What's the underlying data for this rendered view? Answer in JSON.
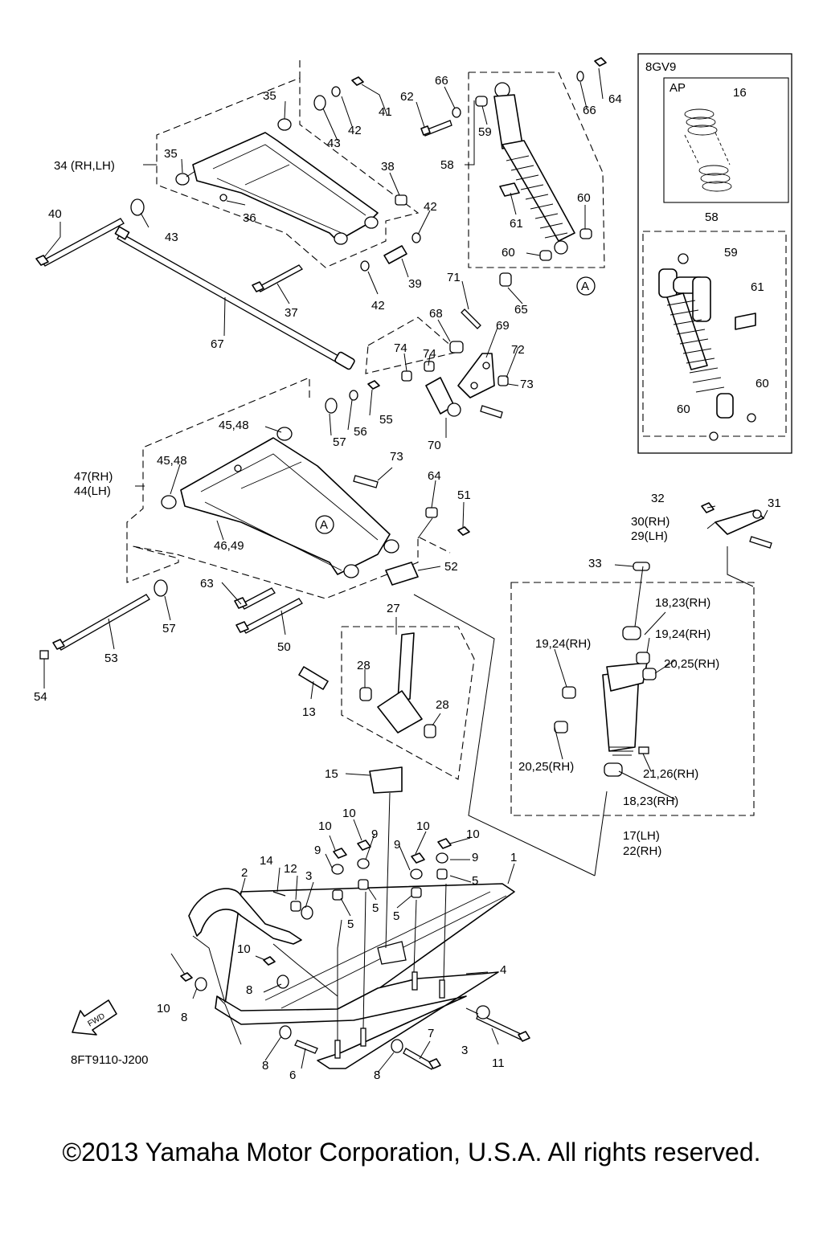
{
  "diagram": {
    "box_title": "8GV9",
    "box_sub": "AP",
    "drawing_code": "8FT9110-J200",
    "fwd_label": "FWD",
    "marker_a": "A",
    "labels": {
      "l1": "1",
      "l2": "2",
      "l3a": "3",
      "l3b": "3",
      "l4": "4",
      "l5a": "5",
      "l5b": "5",
      "l5c": "5",
      "l5d": "5",
      "l6": "6",
      "l7": "7",
      "l8a": "8",
      "l8b": "8",
      "l8c": "8",
      "l8d": "8",
      "l9a": "9",
      "l9b": "9",
      "l9c": "9",
      "l9d": "9",
      "l10a": "10",
      "l10b": "10",
      "l10c": "10",
      "l10d": "10",
      "l10e": "10",
      "l10f": "10",
      "l11": "11",
      "l12": "12",
      "l13": "13",
      "l14": "14",
      "l15": "15",
      "l16": "16",
      "l17": "17(LH)",
      "l22": "22(RH)",
      "l18a": "18,23(RH)",
      "l18b": "18,23(RH)",
      "l19a": "19,24(RH)",
      "l19b": "19,24(RH)",
      "l20a": "20,25(RH)",
      "l20b": "20,25(RH)",
      "l21": "21,26(RH)",
      "l27": "27",
      "l28a": "28",
      "l28b": "28",
      "l30": "30(RH)",
      "l29": "29(LH)",
      "l31": "31",
      "l32": "32",
      "l33": "33",
      "l34": "34 (RH,LH)",
      "l35a": "35",
      "l35b": "35",
      "l36": "36",
      "l37": "37",
      "l38": "38",
      "l39": "39",
      "l40": "40",
      "l41": "41",
      "l42a": "42",
      "l42b": "42",
      "l42c": "42",
      "l43a": "43",
      "l43b": "43",
      "l45a": "45,48",
      "l45b": "45,48",
      "l47": "47(RH)",
      "l44": "44(LH)",
      "l46": "46,49",
      "l50": "50",
      "l51": "51",
      "l52": "52",
      "l53": "53",
      "l54": "54",
      "l55": "55",
      "l56": "56",
      "l57a": "57",
      "l57b": "57",
      "l58a": "58",
      "l58b": "58",
      "l59a": "59",
      "l59b": "59",
      "l60a": "60",
      "l60b": "60",
      "l60c": "60",
      "l60d": "60",
      "l61a": "61",
      "l61b": "61",
      "l62": "62",
      "l63": "63",
      "l64a": "64",
      "l64b": "64",
      "l65": "65",
      "l66a": "66",
      "l66b": "66",
      "l67": "67",
      "l68": "68",
      "l69": "69",
      "l70": "70",
      "l71": "71",
      "l72": "72",
      "l73a": "73",
      "l73b": "73",
      "l74a": "74",
      "l74b": "74"
    }
  },
  "footer": {
    "copyright": "©2013 Yamaha Motor Corporation, U.S.A. All rights reserved."
  }
}
